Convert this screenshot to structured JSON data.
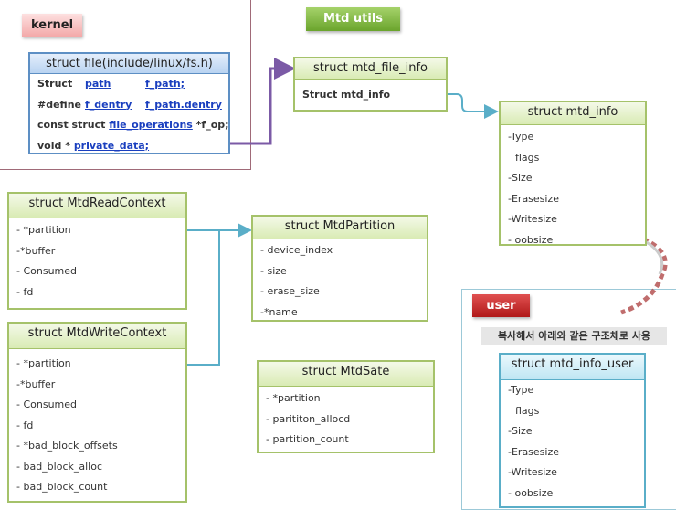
{
  "labels": {
    "kernel": "kernel",
    "mtd_utils": "Mtd utils",
    "user": "user",
    "user_caption": "복사해서 아래와 같은 구조체로 사용"
  },
  "file_struct": {
    "title": "struct file(include/linux/fs.h)",
    "rows": [
      [
        "Struct",
        "path",
        "f_path;"
      ],
      [
        "#define",
        "f_dentry",
        "f_path.dentry"
      ],
      [
        "const struct",
        "file_operations",
        "*f_op;"
      ],
      [
        "void *",
        "private_data;"
      ]
    ]
  },
  "mtd_file_info": {
    "title": "struct mtd_file_info",
    "rows": [
      "Struct mtd_info"
    ]
  },
  "mtd_info": {
    "title": "struct mtd_info",
    "rows": [
      "-Type",
      "flags",
      "-Size",
      "-Erasesize",
      "-Writesize",
      "- oobsize"
    ]
  },
  "read_ctx": {
    "title": "struct MtdReadContext",
    "rows": [
      "- *partition",
      "-*buffer",
      "- Consumed",
      "- fd"
    ]
  },
  "partition": {
    "title": "struct MtdPartition",
    "rows": [
      "- device_index",
      "- size",
      "- erase_size",
      "-*name"
    ]
  },
  "write_ctx": {
    "title": "struct MtdWriteContext",
    "rows": [
      "- *partition",
      "-*buffer",
      "- Consumed",
      "- fd",
      "- *bad_block_offsets",
      "- bad_block_alloc",
      "- bad_block_count"
    ]
  },
  "sate": {
    "title": "struct MtdSate",
    "rows": [
      "- *partition",
      "- parititon_allocd",
      "- partition_count"
    ]
  },
  "mtd_info_user": {
    "title": "struct mtd_info_user",
    "rows": [
      "-Type",
      "flags",
      "-Size",
      "-Erasesize",
      "-Writesize",
      "- oobsize"
    ]
  },
  "colors": {
    "kernel_frame": "#a06a78",
    "user_frame": "#9cc9d8",
    "purple_arrow": "#7b5aa6",
    "blue_arrow": "#5aaec8",
    "dashed_arrow": "#b04848"
  }
}
